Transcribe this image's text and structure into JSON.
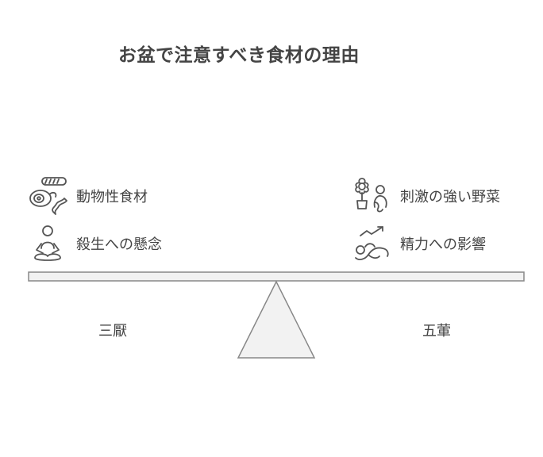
{
  "title": "お盆で注意すべき食材の理由",
  "left": {
    "label": "三厭",
    "items": [
      {
        "icon": "meat-bacon-icon",
        "label": "動物性食材"
      },
      {
        "icon": "meditating-person-icon",
        "label": "殺生への懸念"
      }
    ]
  },
  "right": {
    "label": "五葷",
    "items": [
      {
        "icon": "plant-and-person-icon",
        "label": "刺激の強い野菜"
      },
      {
        "icon": "energy-trend-icon",
        "label": "精力への影響"
      }
    ]
  },
  "colors": {
    "stroke": "#888888",
    "fill": "#f2f2f2",
    "text": "#444444"
  }
}
